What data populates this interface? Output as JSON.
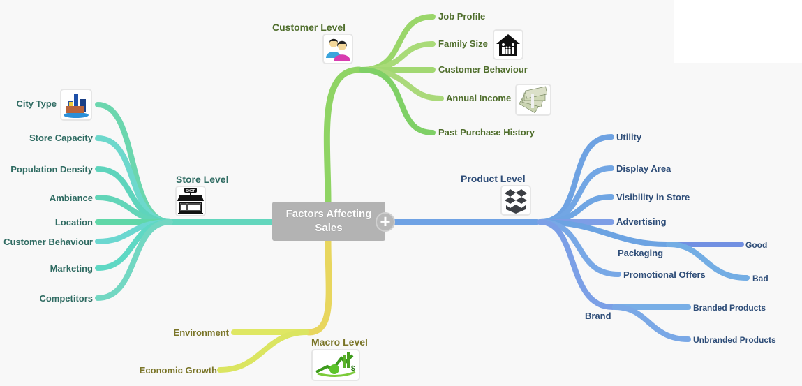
{
  "center": {
    "title": "Factors Affecting Sales",
    "expand_icon": "plus-icon"
  },
  "colors": {
    "customer": "#8fd464",
    "store": "#63d6bd",
    "product": "#6fa2e4",
    "macro": "#e2e462",
    "center_bg": "#b3b3b3"
  },
  "branches": {
    "customer": {
      "title": "Customer Level",
      "icon": "people-icon",
      "items": [
        {
          "label": "Job Profile"
        },
        {
          "label": "Family Size",
          "icon": "family-house-icon"
        },
        {
          "label": "Customer Behaviour"
        },
        {
          "label": "Annual Income",
          "icon": "money-icon"
        },
        {
          "label": "Past Purchase History"
        }
      ]
    },
    "store": {
      "title": "Store Level",
      "icon": "shop-icon",
      "items": [
        {
          "label": "City Type",
          "icon": "city-icon"
        },
        {
          "label": "Store Capacity"
        },
        {
          "label": "Population Density"
        },
        {
          "label": "Ambiance"
        },
        {
          "label": "Location"
        },
        {
          "label": "Customer Behaviour"
        },
        {
          "label": "Marketing"
        },
        {
          "label": "Competitors"
        }
      ]
    },
    "product": {
      "title": "Product Level",
      "icon": "box-icon",
      "items": [
        {
          "label": "Utility"
        },
        {
          "label": "Display Area"
        },
        {
          "label": "Visibility in Store"
        },
        {
          "label": "Advertising"
        },
        {
          "label": "Packaging",
          "children": [
            "Good",
            "Bad"
          ]
        },
        {
          "label": "Promotional Offers"
        },
        {
          "label": "Brand",
          "children": [
            "Branded Products",
            "Unbranded Products"
          ]
        }
      ]
    },
    "macro": {
      "title": "Macro Level",
      "icon": "economy-growth-icon",
      "items": [
        {
          "label": "Environment"
        },
        {
          "label": "Economic Growth"
        }
      ]
    }
  }
}
